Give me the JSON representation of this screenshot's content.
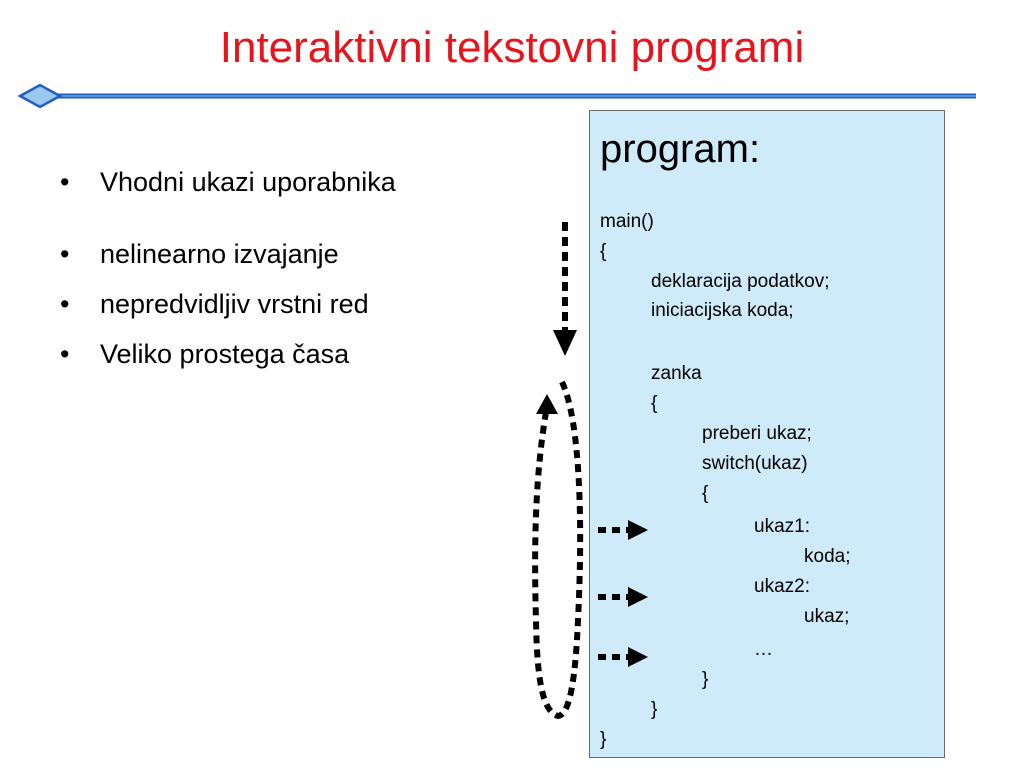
{
  "slide": {
    "title": "Interaktivni tekstovni programi",
    "bullets": [
      "Vhodni ukazi uporabnika",
      "nelinearno izvajanje",
      "nepredvidljiv vrstni red",
      "Veliko prostega časa"
    ],
    "code": {
      "heading": "program:",
      "lines": [
        "main()",
        "{",
        "deklaracija podatkov;",
        "iniciacijska koda;",
        "zanka",
        "{",
        "preberi ukaz;",
        "switch(ukaz)",
        "{",
        "ukaz1:",
        "koda;",
        "ukaz2:",
        "ukaz;",
        "…",
        "}",
        "}",
        "}"
      ]
    },
    "colors": {
      "title": "#e8141b",
      "rule": "#1f5fbf",
      "codebox_fill": "#cfeaf9",
      "codebox_border": "#6a6a6a"
    }
  }
}
